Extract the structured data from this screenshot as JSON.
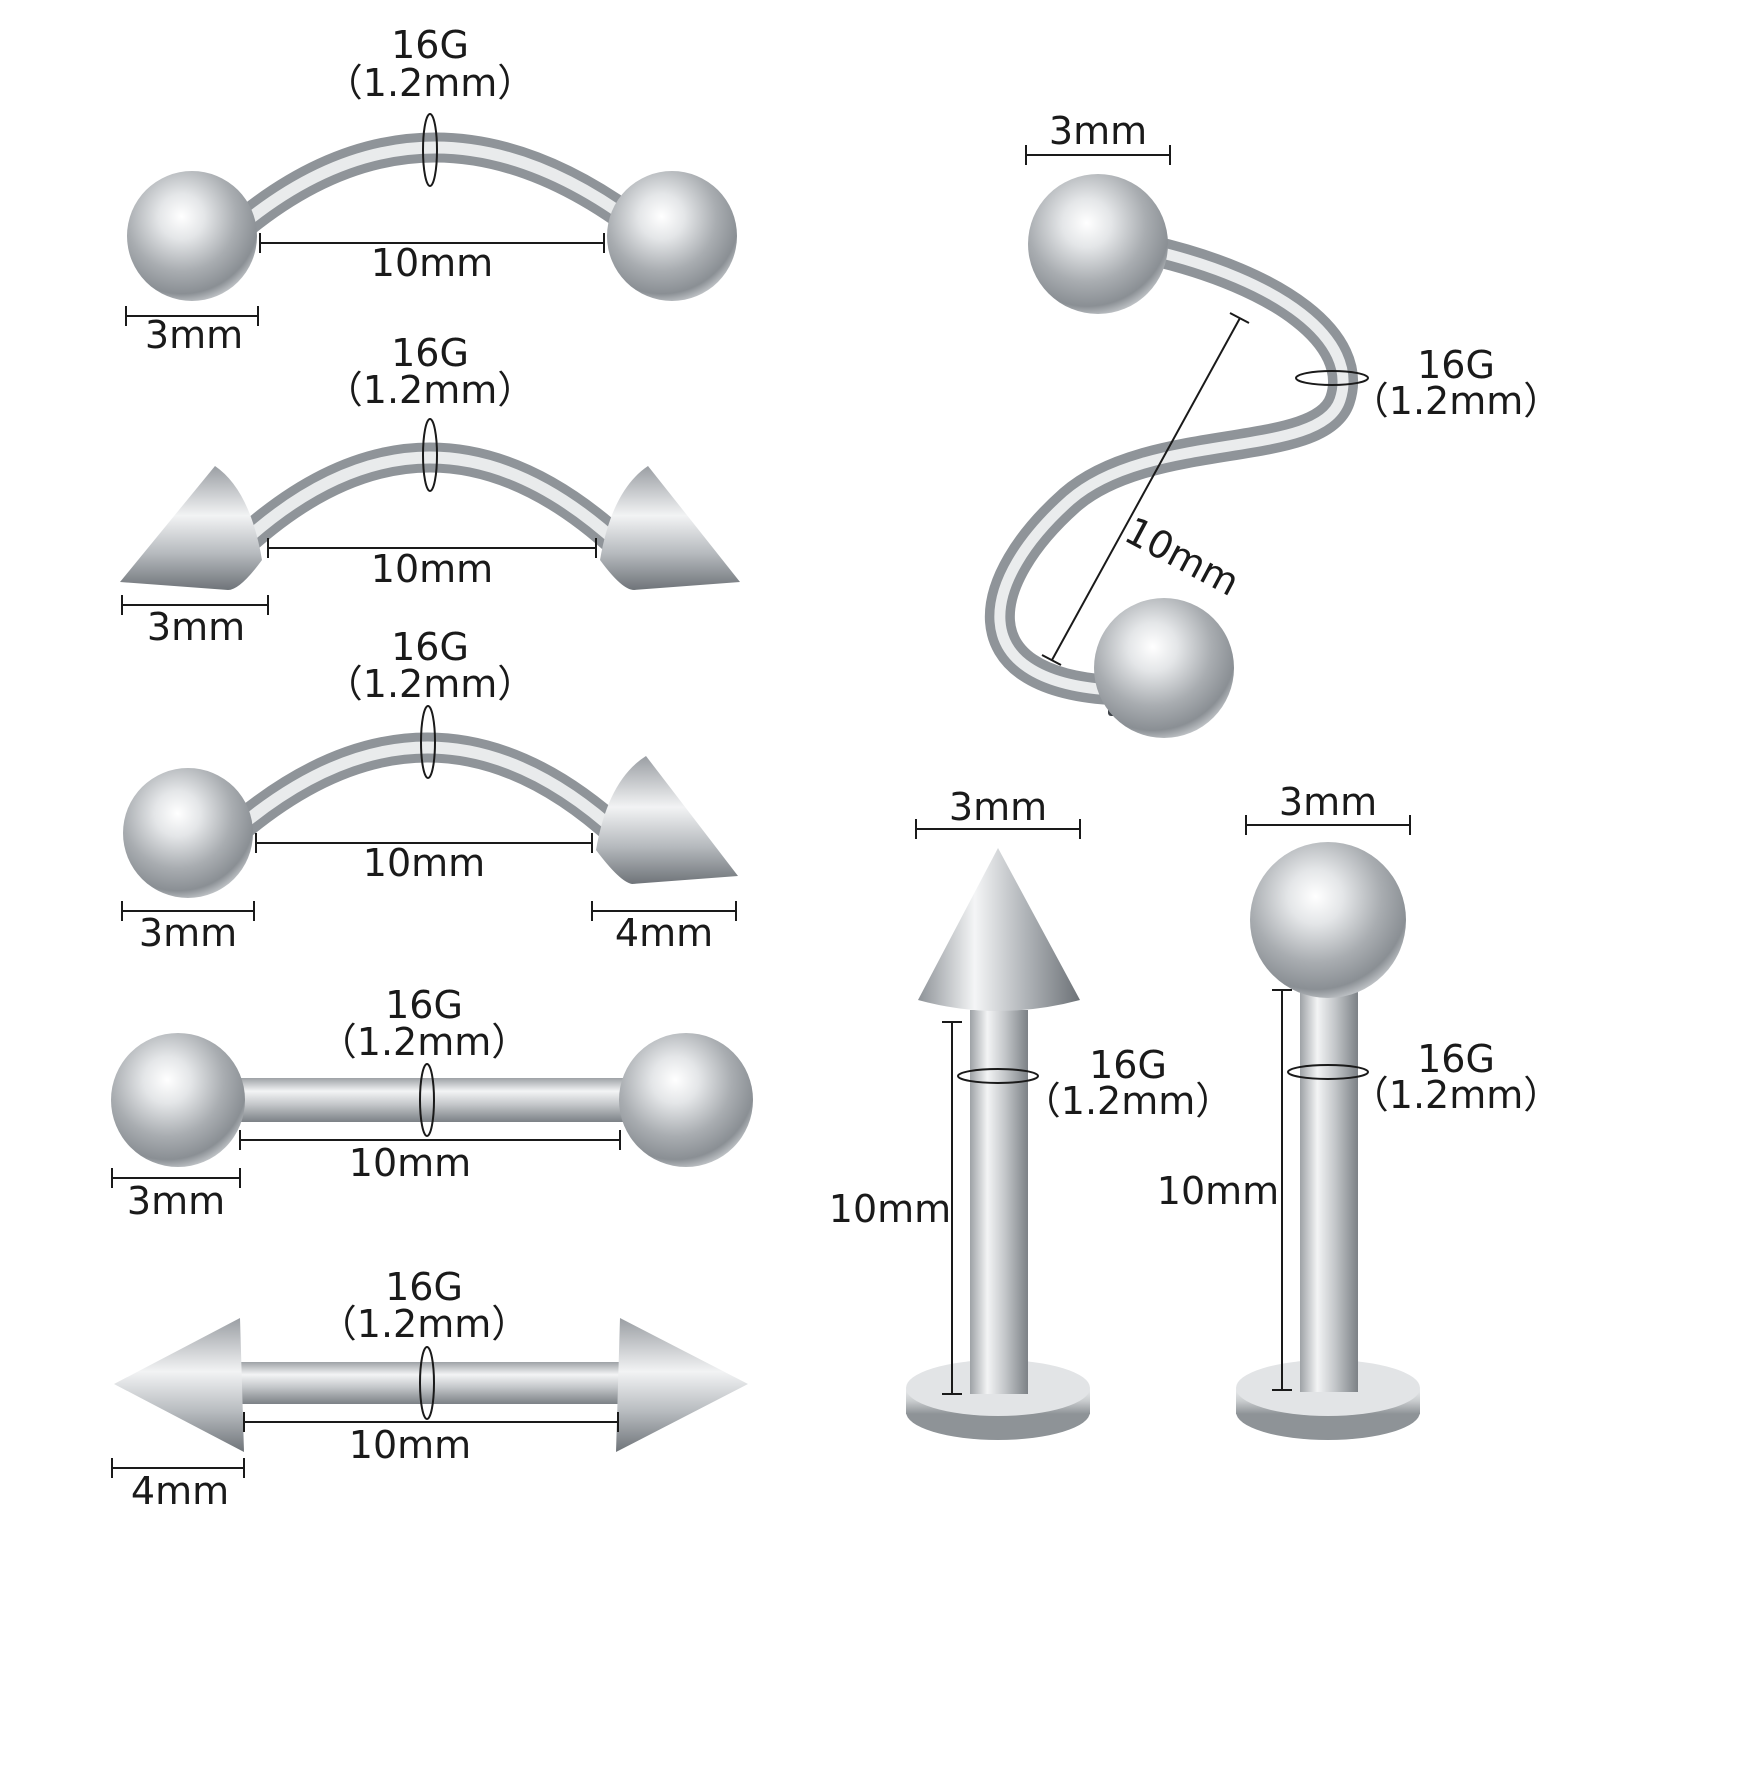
{
  "items": [
    {
      "gauge": "16G",
      "diameter": "（1.2mm）",
      "length": "10mm",
      "end_size": "3mm"
    },
    {
      "gauge": "16G",
      "diameter": "（1.2mm）",
      "length": "10mm",
      "end_size": "3mm"
    },
    {
      "gauge": "16G",
      "diameter": "（1.2mm）",
      "length": "10mm",
      "ball_size": "3mm",
      "spike_size": "4mm"
    },
    {
      "gauge": "16G",
      "diameter": "（1.2mm）",
      "length": "10mm",
      "end_size": "3mm"
    },
    {
      "gauge": "16G",
      "diameter": "（1.2mm）",
      "length": "10mm",
      "end_size": "4mm"
    },
    {
      "gauge": "16G",
      "diameter": "（1.2mm）",
      "length": "10mm",
      "end_size": "3mm"
    },
    {
      "gauge": "16G",
      "diameter": "（1.2mm）",
      "length": "10mm",
      "end_size": "3mm"
    },
    {
      "gauge": "16G",
      "diameter": "（1.2mm）",
      "length": "10mm",
      "end_size": "3mm"
    }
  ]
}
